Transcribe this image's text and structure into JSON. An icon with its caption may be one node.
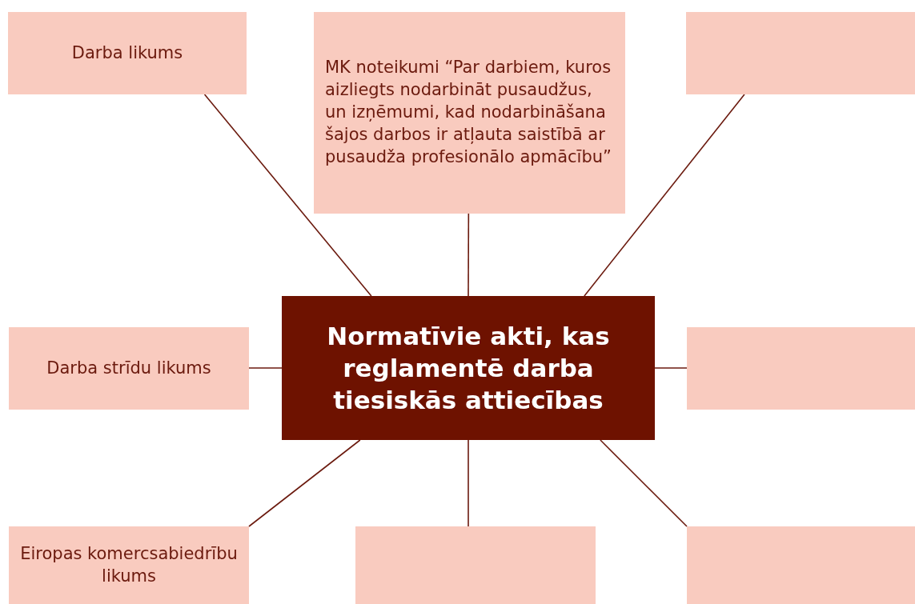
{
  "diagram": {
    "nodes": [
      {
        "text": [
          "Darba likums"
        ]
      },
      {
        "text": [
          "MK noteikumi “Par darbiem, kuros aizliegts nodarbināt pusaudžus, un izņēmumi, kad nodarbināšana šajos darbos ir atļauta saistībā ar pusaudža profesionālo apmācību”"
        ]
      },
      {
        "text": [],
        "shape": "box"
      },
      {
        "text": [
          "Darba strīdu likums"
        ]
      },
      {
        "text": [
          "Normatīvie akti, kas reglamentē darba tiesiskās attiecības"
        ]
      },
      {
        "text": [],
        "shape": "box"
      },
      {
        "text": [
          "Eiropas komercsabiedrību likums"
        ]
      },
      {
        "text": [],
        "shape": "box"
      },
      {
        "text": [],
        "shape": "box"
      }
    ],
    "edges": [
      {
        "from": 4,
        "to": 0,
        "arrow": "none"
      },
      {
        "from": 4,
        "to": 1,
        "arrow": "none"
      },
      {
        "from": 4,
        "to": 2,
        "arrow": "none"
      },
      {
        "from": 4,
        "to": 3,
        "arrow": "none"
      },
      {
        "from": 4,
        "to": 5,
        "arrow": "none"
      },
      {
        "from": 4,
        "to": 6,
        "arrow": "none"
      },
      {
        "from": 4,
        "to": 7,
        "arrow": "none"
      },
      {
        "from": 4,
        "to": 8,
        "arrow": "none"
      }
    ]
  }
}
